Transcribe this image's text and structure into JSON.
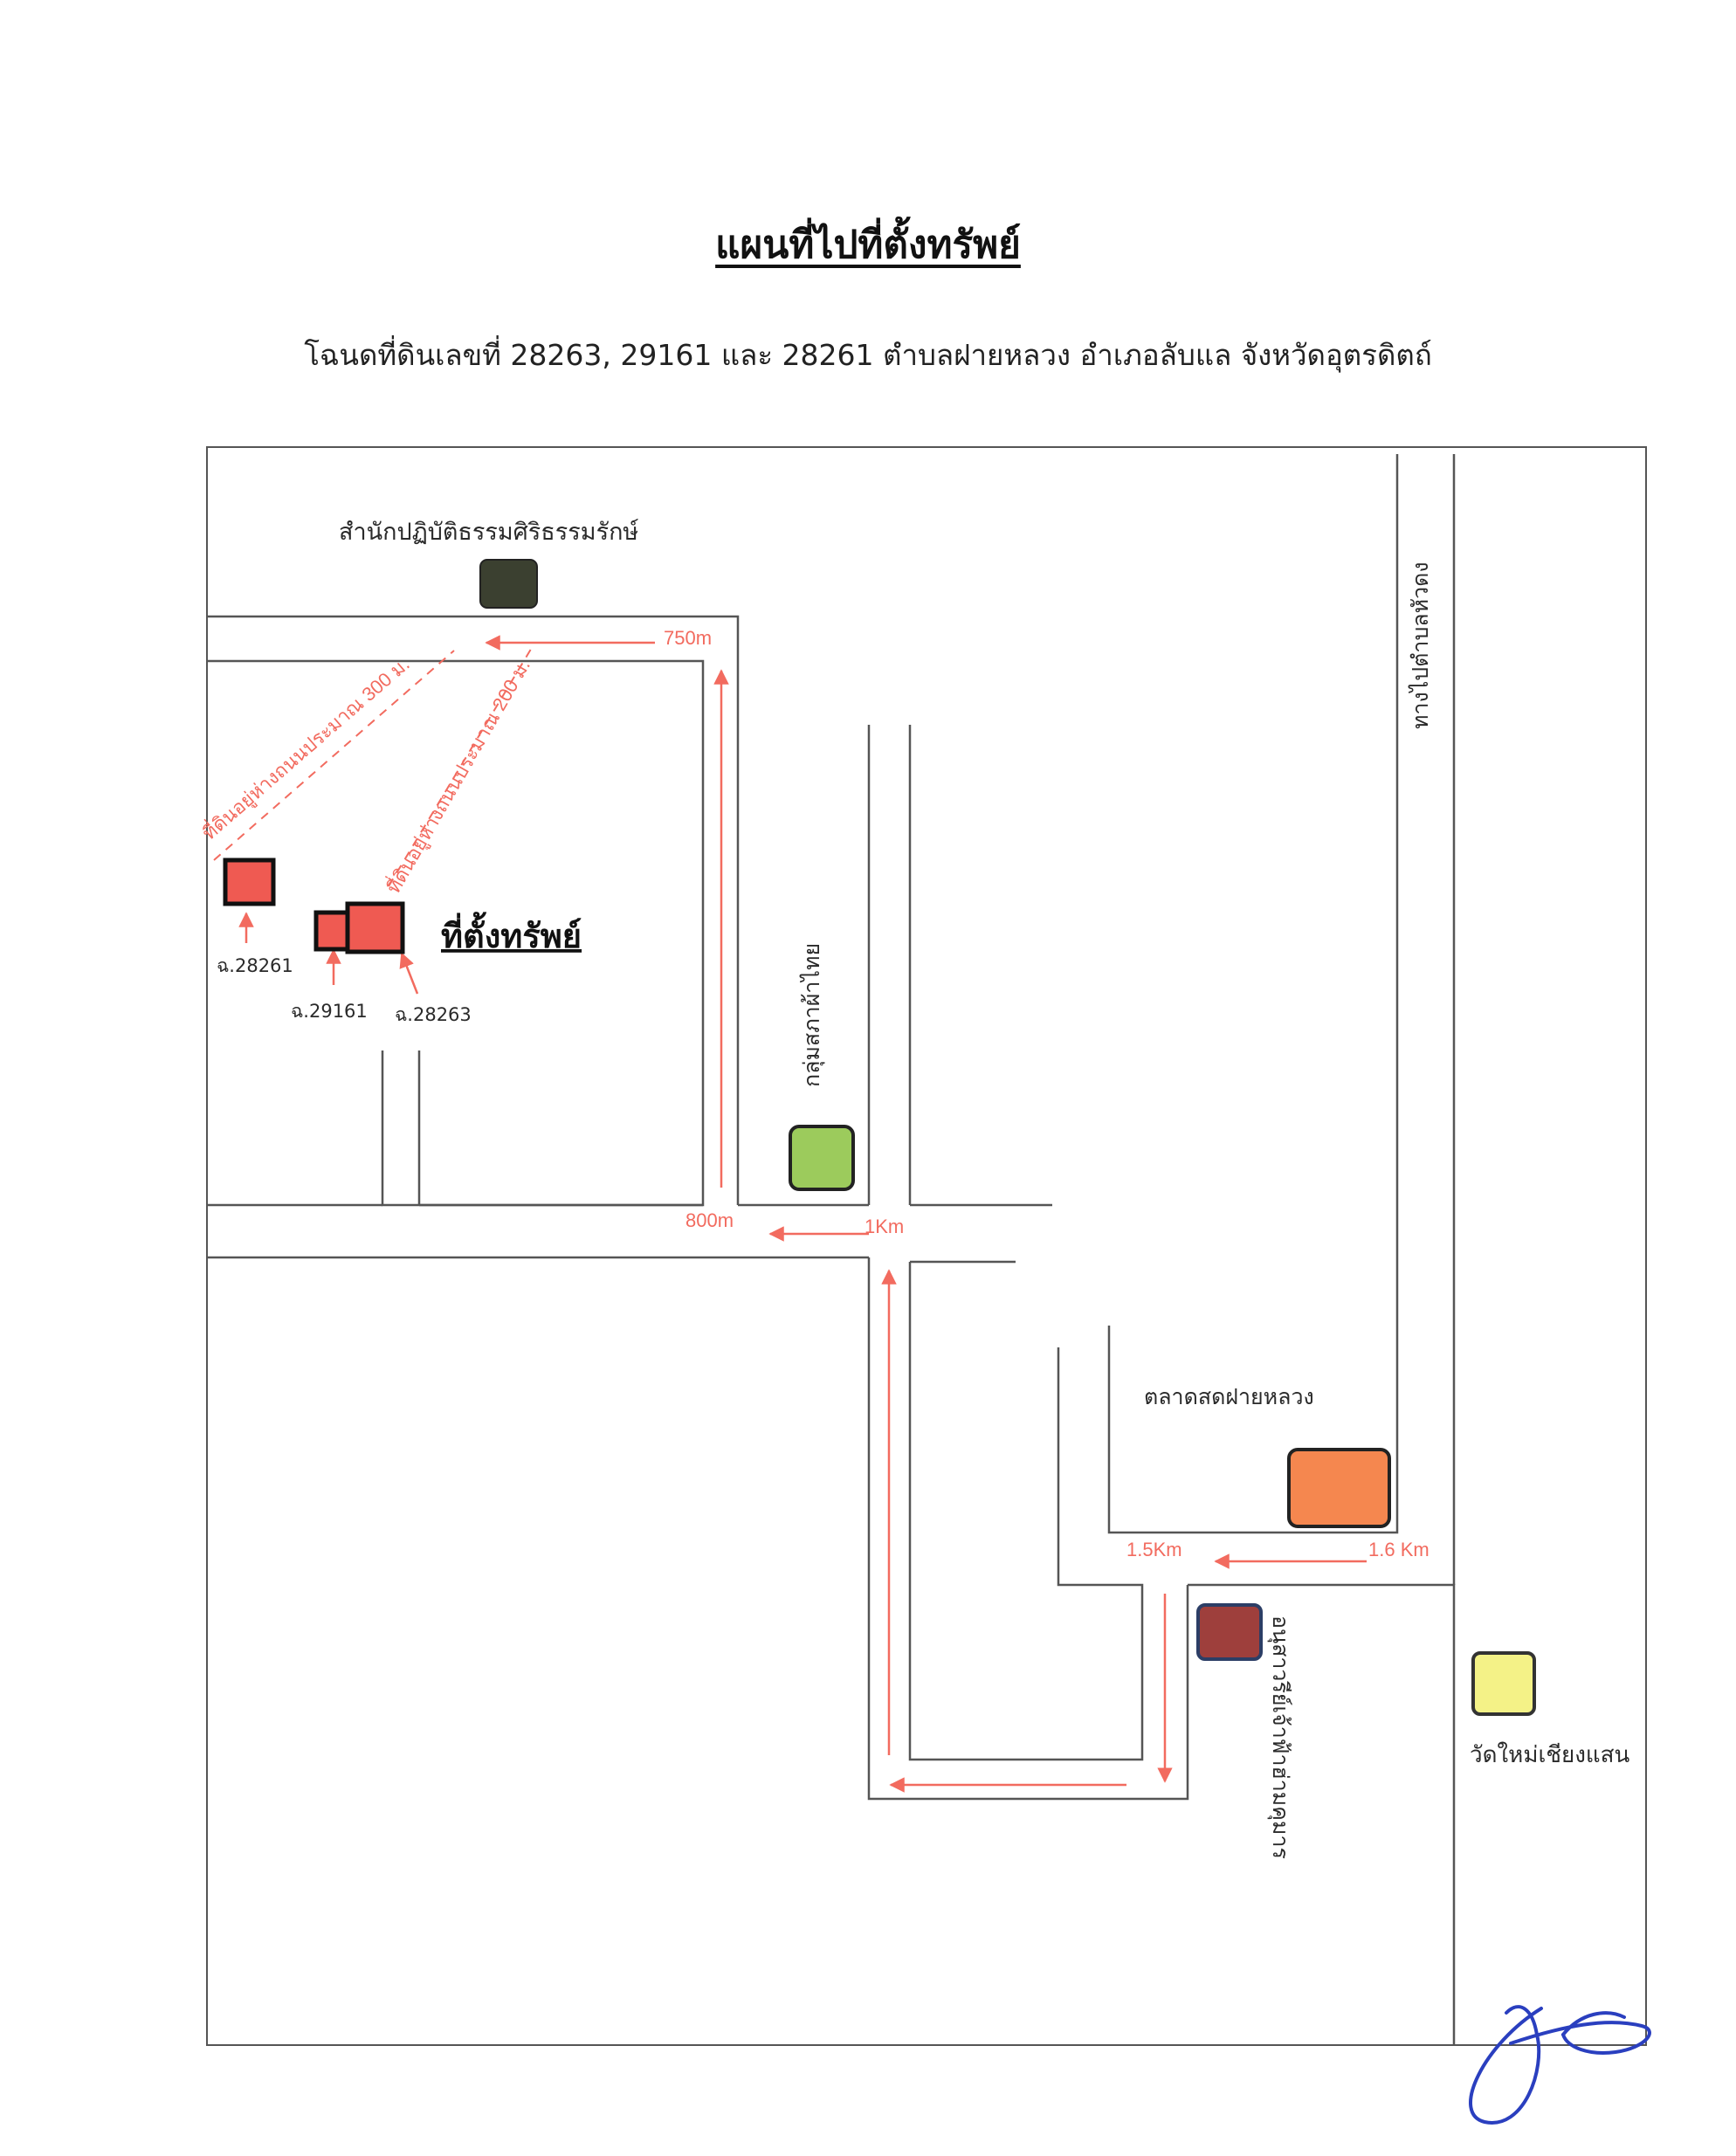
{
  "title": "แผนที่ไปที่ตั้งทรัพย์",
  "subtitle": "โฉนดที่ดินเลขที่ 28263, 29161 และ 28261 ตำบลฝายหลวง อำเภอลับแล จังหวัดอุตรดิตถ์",
  "property_label": "ที่ตั้งทรัพย์",
  "landmarks": {
    "dharma_center": "สำนักปฏิบัติธรรมศิริธรรมรักษ์",
    "weaving_group": "กลุ่มสภาผ้าไทย",
    "market": "ตลาดสดฝายหลวง",
    "monument": "อนุสาวรีย์เจ้าฟ้าฮ่ามคุมาร",
    "temple": "วัดใหม่เชียงแสน",
    "road_to": "ทางไปตำบลหัวดง"
  },
  "parcels": {
    "p28261": "ฉ.28261",
    "p29161": "ฉ.29161",
    "p28263": "ฉ.28263"
  },
  "distance_notes": {
    "d300": "ที่ดินอยู่ห่างถนนประมาณ 300 ม.",
    "d200": "ที่ดินอยู่ห่างถนนประมาณ 200 ม."
  },
  "distances": {
    "m750": "750m",
    "m800": "800m",
    "km1": "1Km",
    "km15": "1.5Km",
    "km16": "1.6 Km"
  },
  "colors": {
    "route": "#f26b5f",
    "parcel": "#ef5a52",
    "dharma_center": "#3b4030",
    "weaving_group": "#9ccb5c",
    "market": "#f5874f",
    "monument": "#9e3f3c",
    "temple": "#f4f287"
  }
}
